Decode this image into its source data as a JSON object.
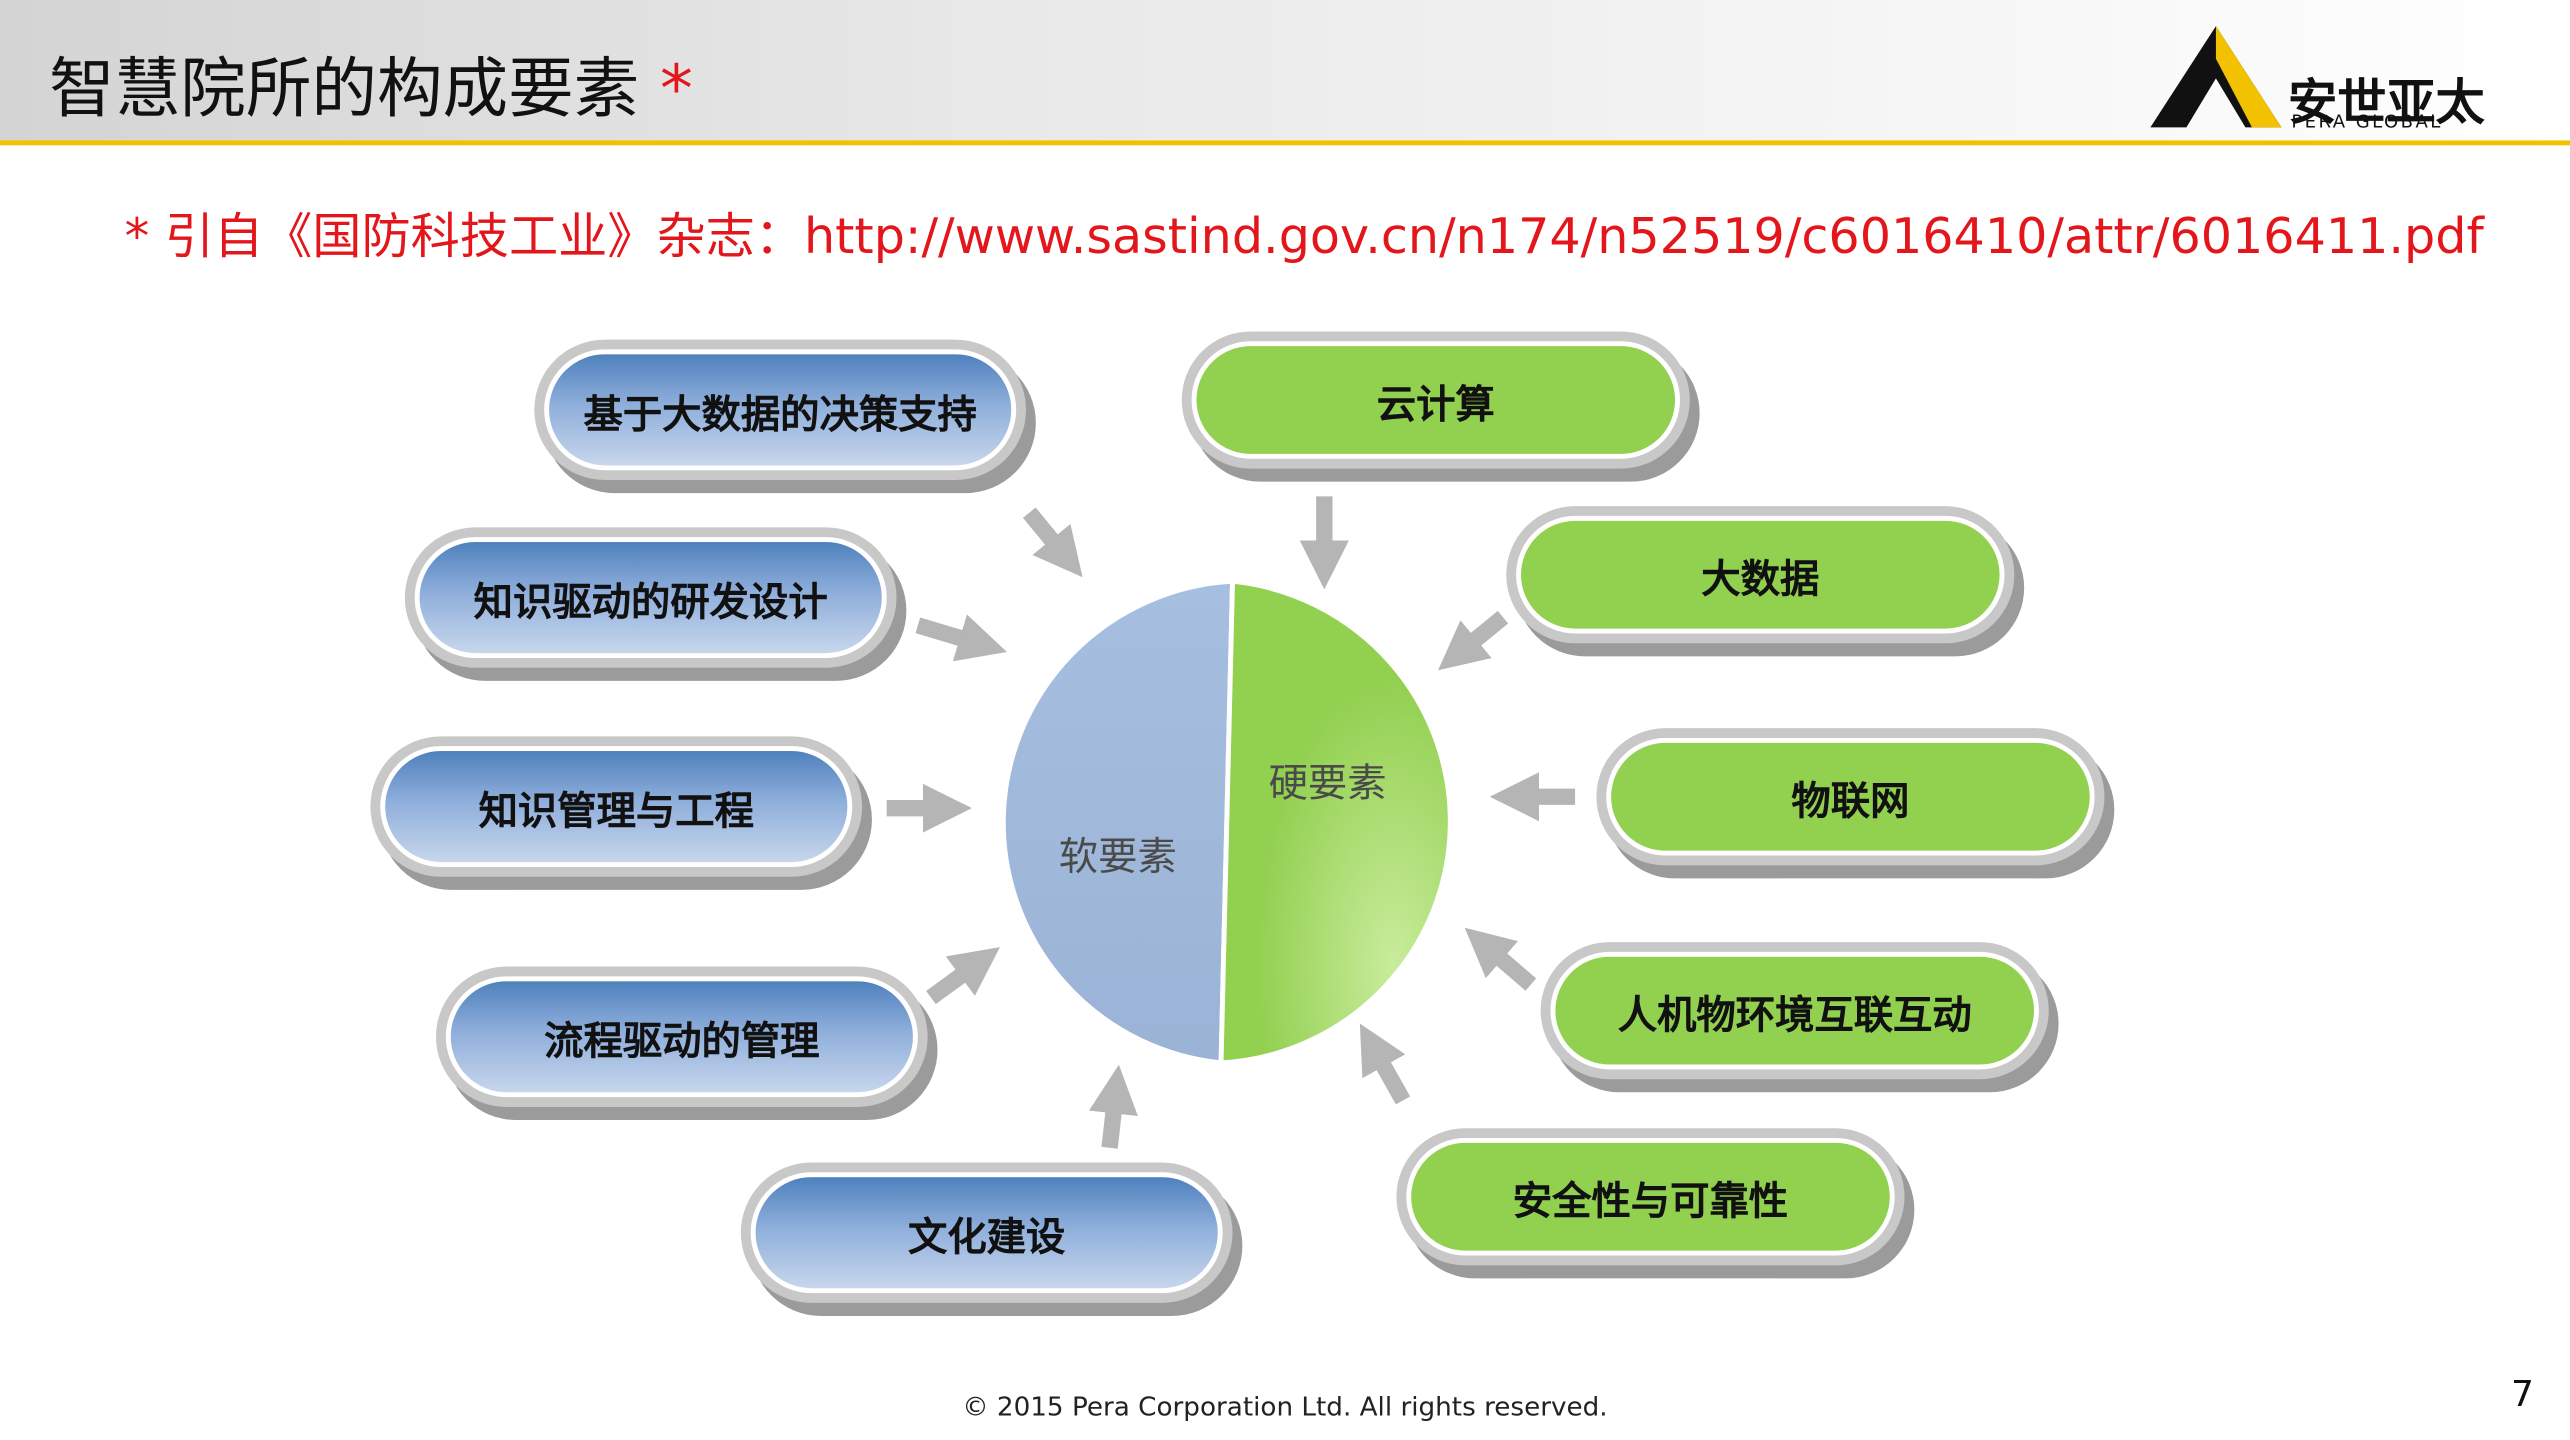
{
  "title": "智慧院所的构成要素",
  "title_marker": "*",
  "logo": {
    "brand_cn": "安世亚太",
    "brand_en": "PERA GLOBAL",
    "accent": "#f2c200"
  },
  "source_note": "* 引自《国防科技工业》杂志：http://www.sastind.gov.cn/n174/n52519/c6016410/attr/6016411.pdf",
  "center": {
    "soft": "软要素",
    "hard": "硬要素"
  },
  "soft_elements": [
    "基于大数据的决策支持",
    "知识驱动的研发设计",
    "知识管理与工程",
    "流程驱动的管理",
    "文化建设"
  ],
  "hard_elements": [
    "云计算",
    "大数据",
    "物联网",
    "人机物环境互联互动",
    "安全性与可靠性"
  ],
  "colors": {
    "soft": "#9cb6d8",
    "hard": "#92d050",
    "note": "#e3161b",
    "arrow": "#b5b5b5"
  },
  "footer": "© 2015 Pera Corporation Ltd. All rights reserved.",
  "page_number": "7"
}
